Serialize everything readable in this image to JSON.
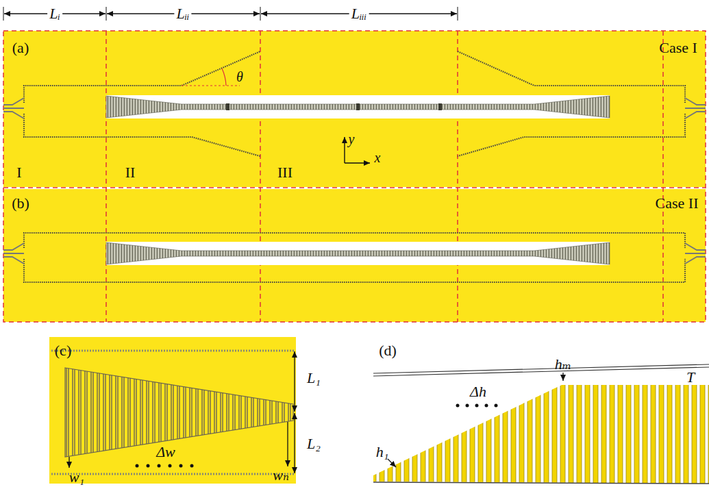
{
  "diagram": {
    "labels": [
      "Lᵢ",
      "Lᵢᵢ",
      "Lᵢᵢᵢ",
      "(a)",
      "Case I",
      "θ",
      "y",
      "x",
      "I",
      "II",
      "III",
      "(b)",
      "Case II",
      "(c)",
      "L₁",
      "L₂",
      "w₁",
      "Δw",
      "wₙ",
      "(d)",
      "Δh",
      "h₁",
      "hₘ",
      "T"
    ]
  }
}
